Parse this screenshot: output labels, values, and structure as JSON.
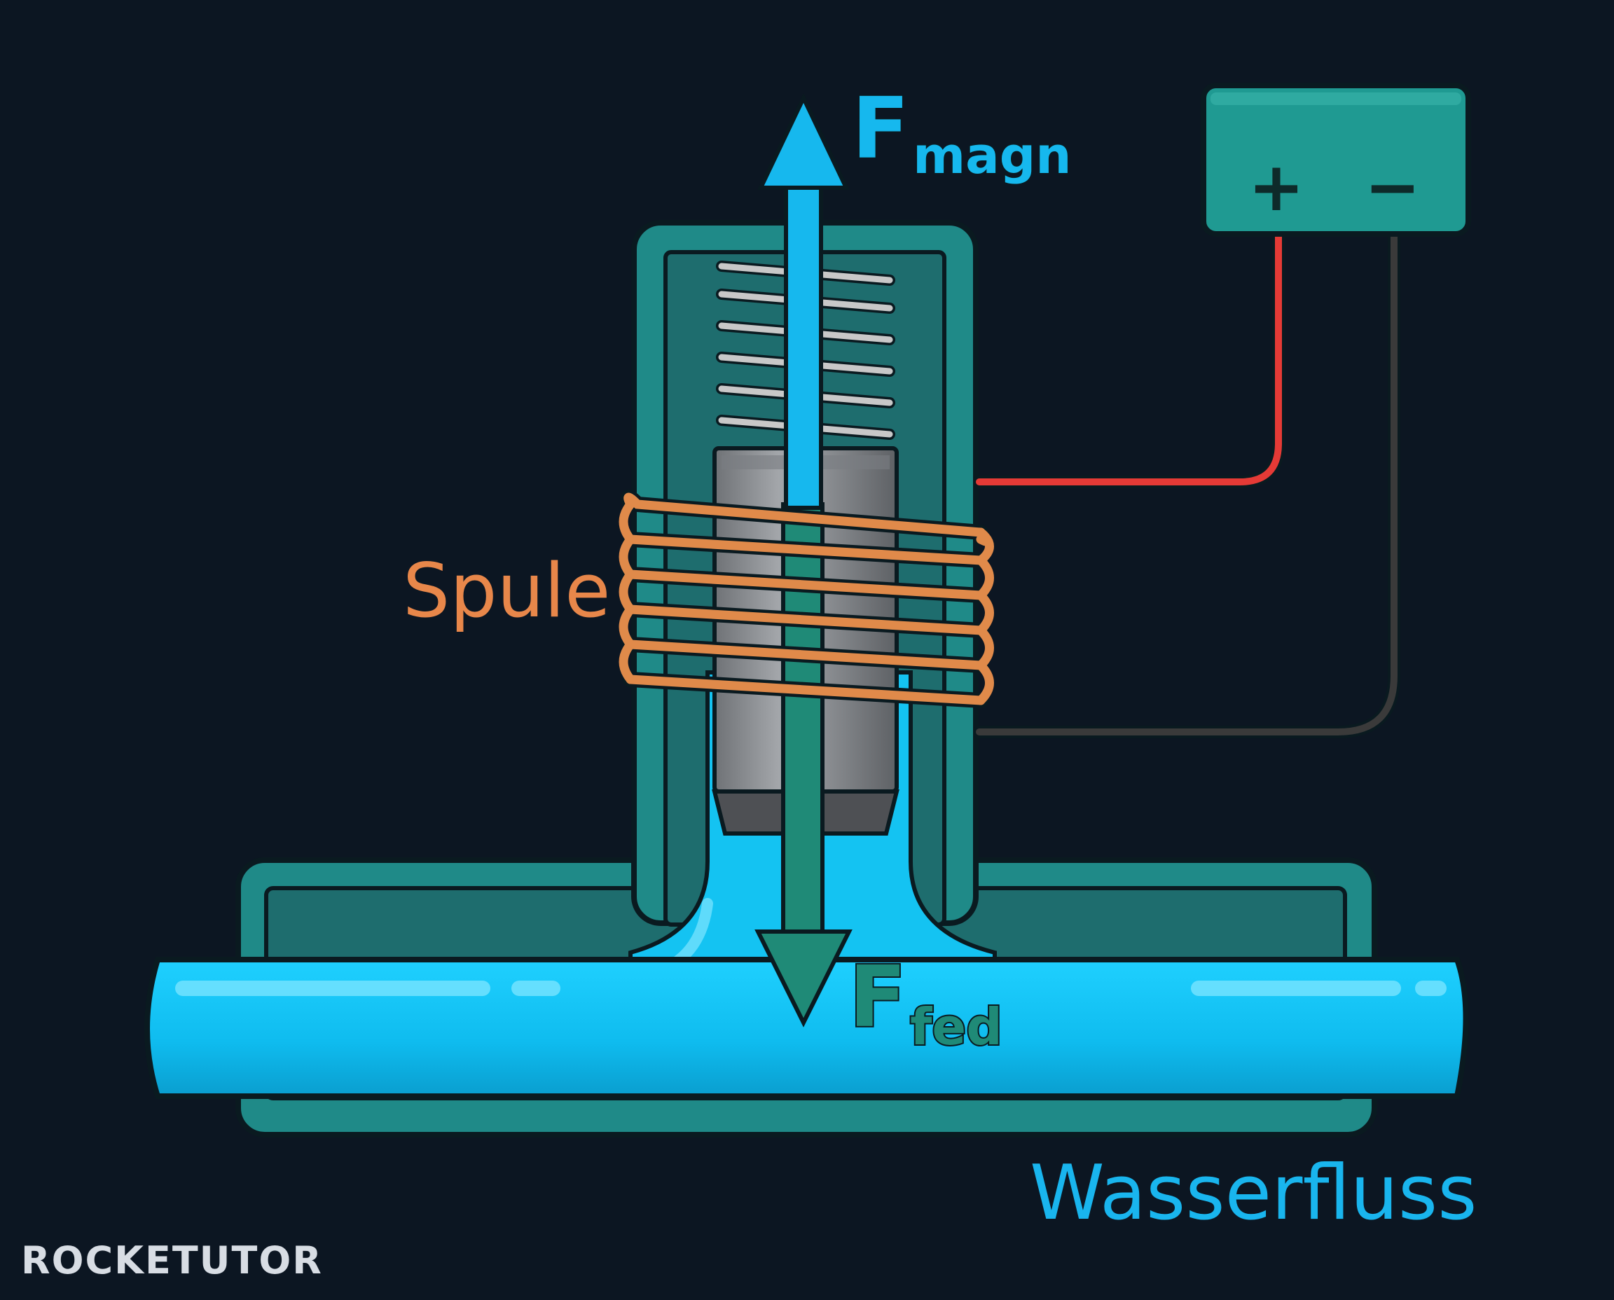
{
  "labels": {
    "force_up_main": "F",
    "force_up_sub": "magn",
    "force_down_main": "F",
    "force_down_sub": "fed",
    "coil": "Spule",
    "flow": "Wasserfluss",
    "battery_plus": "+",
    "battery_minus": "−"
  },
  "watermark": "ROCKETUTOR",
  "colors": {
    "background": "#0c1622",
    "valve_body": "#1f8a88",
    "valve_inner": "#1e6d6e",
    "water": "#14c3f2",
    "coil_copper": "#e08a4a",
    "arrow_up": "#16b8ee",
    "arrow_down": "#1f8a77",
    "wire_positive": "#e53a36",
    "wire_negative": "#3a3a3a",
    "battery": "#1f9a92",
    "spring": "#c8c8c8",
    "plunger": "#8a8c90",
    "flow_label": "#19b5ee",
    "coil_label": "#e8874a"
  }
}
